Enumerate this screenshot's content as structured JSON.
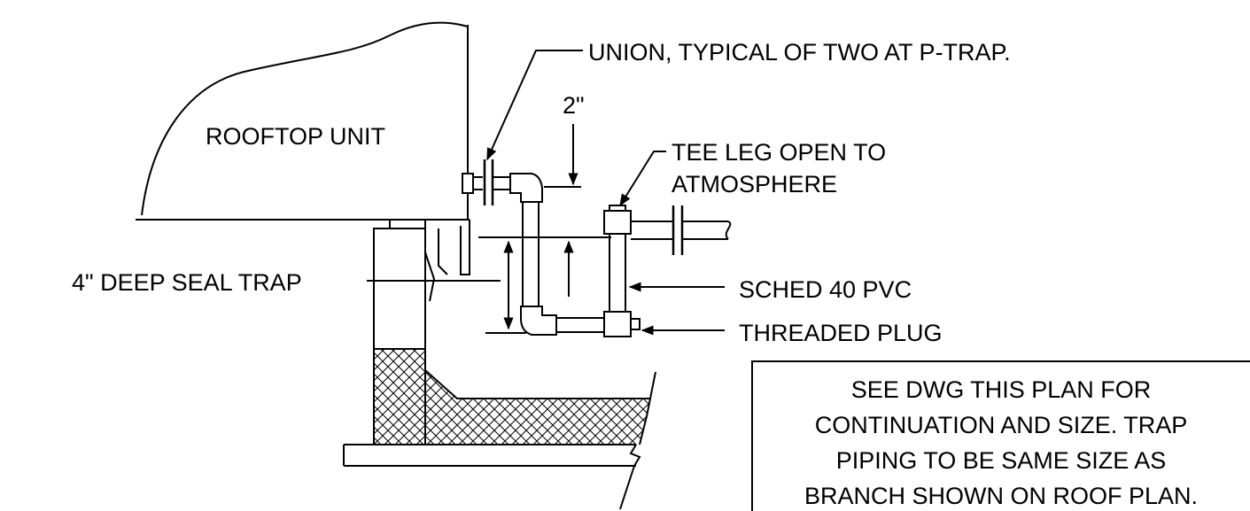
{
  "labels": {
    "rooftop_unit": "ROOFTOP UNIT",
    "union": "UNION, TYPICAL OF TWO AT P-TRAP.",
    "dimension_2in": "2\"",
    "tee_leg_line1": "TEE LEG OPEN TO",
    "tee_leg_line2": "ATMOSPHERE",
    "deep_seal_trap": "4\" DEEP SEAL TRAP",
    "pipe_material": "SCHED 40 PVC",
    "threaded_plug": "THREADED PLUG"
  },
  "note": {
    "lines": [
      "SEE DWG THIS PLAN FOR",
      "CONTINUATION AND SIZE. TRAP",
      "PIPING TO BE SAME SIZE AS",
      "BRANCH SHOWN ON ROOF PLAN."
    ]
  }
}
